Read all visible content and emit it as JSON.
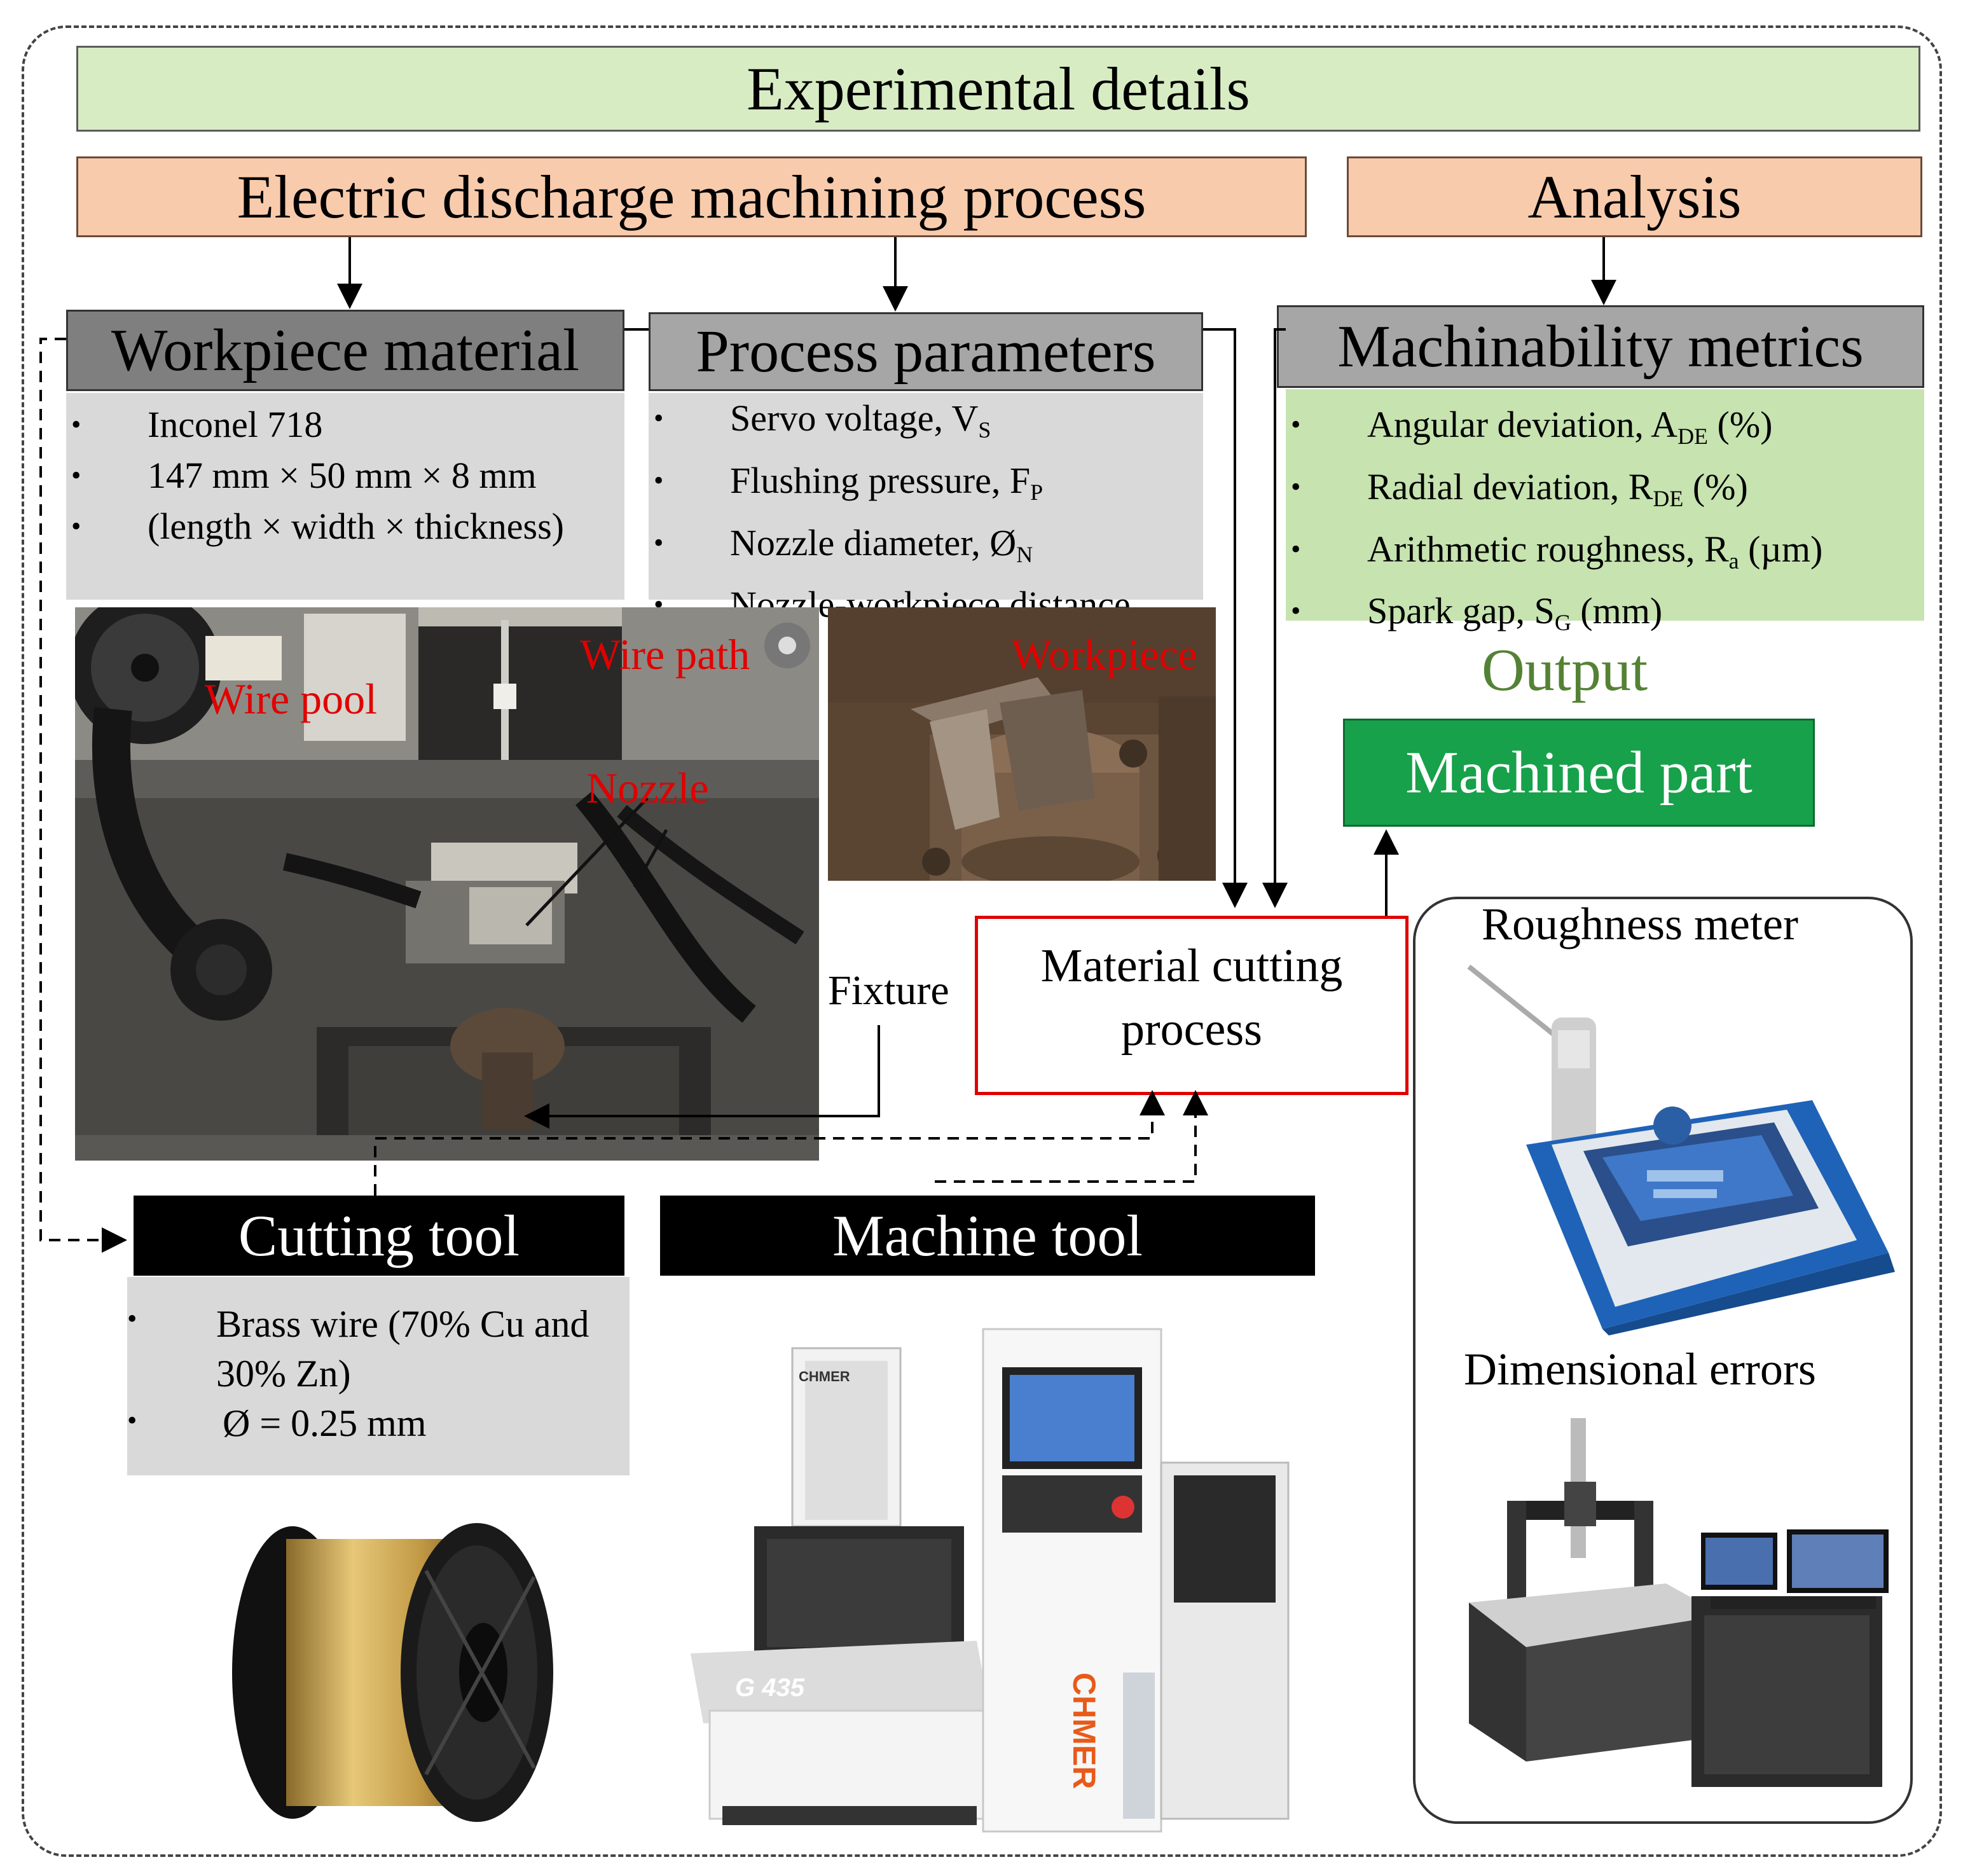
{
  "title": "Experimental details",
  "edm_header": "Electric discharge machining process",
  "analysis_header": "Analysis",
  "workpiece": {
    "title": "Workpiece material",
    "items": [
      "Inconel 718",
      "147 mm × 50 mm × 8 mm",
      "(length × width × thickness)"
    ]
  },
  "process_params": {
    "title": "Process parameters",
    "items": [
      {
        "text": "Servo voltage, V",
        "sub": "S",
        "after": ""
      },
      {
        "text": "Flushing pressure, F",
        "sub": "P",
        "after": ""
      },
      {
        "text": "Nozzle diameter, Ø",
        "sub": "N",
        "after": ""
      },
      {
        "text": "Nozzle-workpiece distance",
        "sub": "",
        "after": ""
      }
    ]
  },
  "metrics": {
    "title": "Machinability metrics",
    "items": [
      {
        "text": "Angular deviation, A",
        "sub": "DE",
        "after": " (%)"
      },
      {
        "text": "Radial deviation, R",
        "sub": "DE",
        "after": " (%)"
      },
      {
        "text": "Arithmetic roughness, R",
        "sub": "a",
        "after": " (µm)"
      },
      {
        "text": "Spark gap, S",
        "sub": "G",
        "after": " (mm)"
      }
    ]
  },
  "output_label": "Output",
  "machined_part": "Machined part",
  "photo_labels": {
    "wire_pool": "Wire pool",
    "wire_path": "Wire path",
    "nozzle": "Nozzle",
    "workpiece": "Workpiece",
    "fixture": "Fixture"
  },
  "material_cutting": [
    "Material cutting",
    "process"
  ],
  "cutting_tool": {
    "title": "Cutting tool",
    "items": [
      "Brass wire (70% Cu and",
      "30% Zn)",
      "Ø = 0.25 mm"
    ]
  },
  "machine_tool": {
    "title": "Machine tool",
    "brand": "CHMER",
    "model": "G 435"
  },
  "roughness_meter": "Roughness meter",
  "dimensional_errors": "Dimensional errors",
  "colors": {
    "title_bg": "#d8ecc4",
    "section_bg": "#f8cbac",
    "metric_bg": "#c6e3b0",
    "machined_part_bg": "#17a14a",
    "output_text": "#548235",
    "accent_red": "#e00000"
  }
}
